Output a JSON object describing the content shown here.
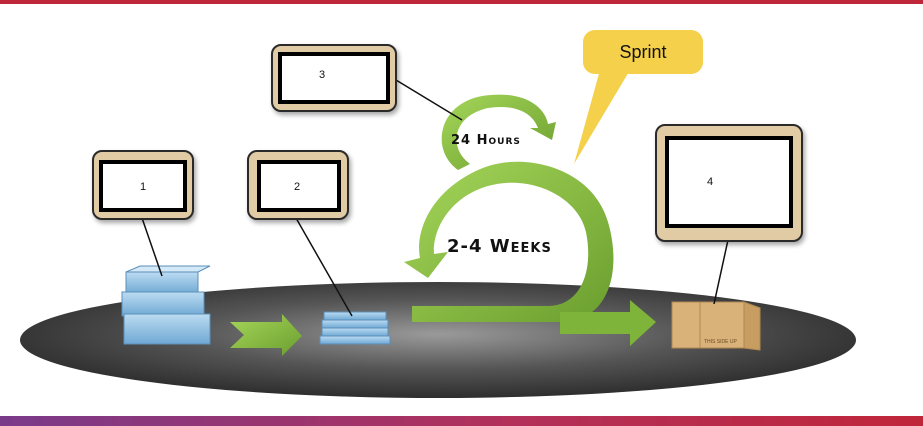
{
  "labels": {
    "box1": "1",
    "box2": "2",
    "box3": "3",
    "box4": "4"
  },
  "sprint_bubble": "Sprint",
  "cycle": {
    "daily": "24 Hours",
    "sprint": "2-4 Weeks"
  },
  "product_box_text": "THIS SIDE UP",
  "colors": {
    "arrow_green": "#8cc63f",
    "frame_tan": "#e0cba4",
    "bubble_yellow": "#f5d04a",
    "platform": "#3a3a3a"
  }
}
